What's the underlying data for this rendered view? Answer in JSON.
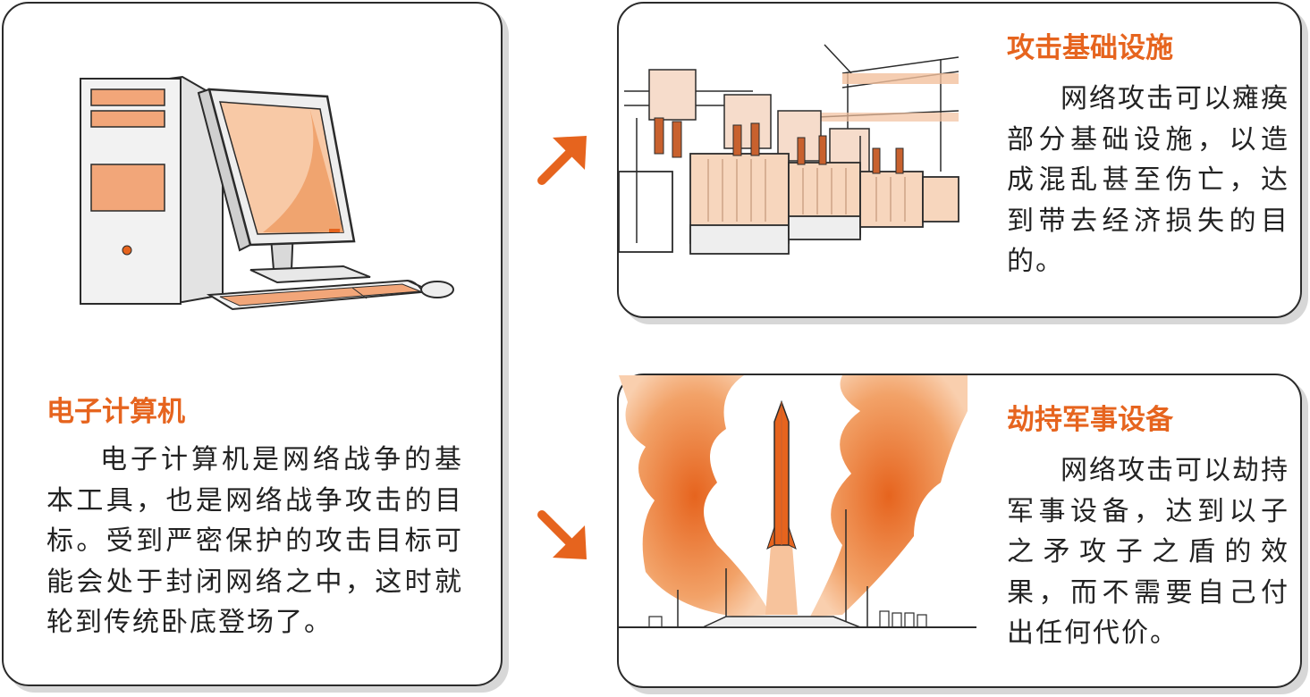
{
  "computer": {
    "title": "电子计算机",
    "text": "电子计算机是网络战争的基本工具，也是网络战争攻击的目标。受到严密保护的攻击目标可能会处于封闭网络之中，这时就轮到传统卧底登场了。"
  },
  "infrastructure": {
    "title": "攻击基础设施",
    "text": "网络攻击可以瘫痪部分基础设施，以造成混乱甚至伤亡，达到带去经济损失的目的。"
  },
  "military": {
    "title": "劫持军事设备",
    "text": "网络攻击可以劫持军事设备，达到以子之矛攻子之盾的效果，而不需要自己付出任何代价。"
  },
  "colors": {
    "accent": "#e6641e",
    "peach": "#f7c49f",
    "outline": "#2b2b2b"
  },
  "icons": {
    "arrow_up": "arrow-up-right-icon",
    "arrow_down": "arrow-down-right-icon"
  }
}
